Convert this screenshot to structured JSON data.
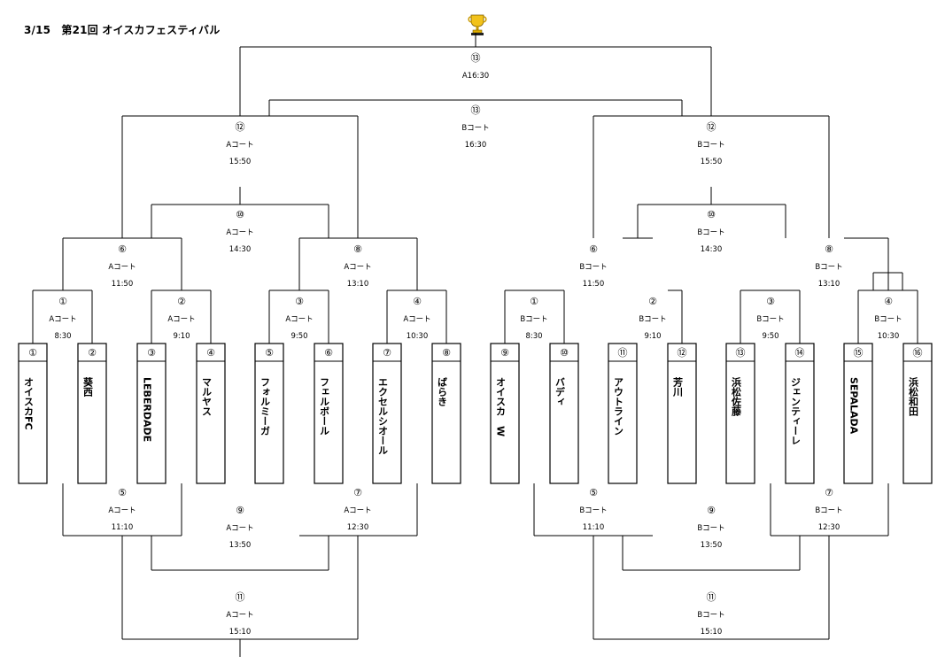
{
  "title": "3/15　第21回 オイスカフェスティバル",
  "teams": [
    {
      "num": "①",
      "name": "オイスカFC"
    },
    {
      "num": "②",
      "name": "葵西"
    },
    {
      "num": "③",
      "name": "LEBERDADE"
    },
    {
      "num": "④",
      "name": "マルヤス"
    },
    {
      "num": "⑤",
      "name": "フォルミーガ"
    },
    {
      "num": "⑥",
      "name": "フェルボール"
    },
    {
      "num": "⑦",
      "name": "エクセルシオール"
    },
    {
      "num": "⑧",
      "name": "ばらき"
    },
    {
      "num": "⑨",
      "name": "オイスカ　W"
    },
    {
      "num": "⑩",
      "name": "バディ"
    },
    {
      "num": "⑪",
      "name": "アウトライン"
    },
    {
      "num": "⑫",
      "name": "芳川"
    },
    {
      "num": "⑬",
      "name": "浜松佐藤"
    },
    {
      "num": "⑭",
      "name": "ジェンティーレ"
    },
    {
      "num": "⑮",
      "name": "SEPALADA"
    },
    {
      "num": "⑯",
      "name": "浜松和田"
    }
  ],
  "matches": [
    {
      "id": "m1a",
      "num": "①",
      "court": "Aコート",
      "time": "8:30"
    },
    {
      "id": "m2a",
      "num": "②",
      "court": "Aコート",
      "time": "9:10"
    },
    {
      "id": "m3a",
      "num": "③",
      "court": "Aコート",
      "time": "9:50"
    },
    {
      "id": "m4a",
      "num": "④",
      "court": "Aコート",
      "time": "10:30"
    },
    {
      "id": "m1b",
      "num": "①",
      "court": "Bコート",
      "time": "8:30"
    },
    {
      "id": "m2b",
      "num": "②",
      "court": "Bコート",
      "time": "9:10"
    },
    {
      "id": "m3b",
      "num": "③",
      "court": "Bコート",
      "time": "9:50"
    },
    {
      "id": "m4b",
      "num": "④",
      "court": "Bコート",
      "time": "10:30"
    },
    {
      "id": "m6a",
      "num": "⑥",
      "court": "Aコート",
      "time": "11:50"
    },
    {
      "id": "m8a",
      "num": "⑧",
      "court": "Aコート",
      "time": "13:10"
    },
    {
      "id": "m6b",
      "num": "⑥",
      "court": "Bコート",
      "time": "11:50"
    },
    {
      "id": "m8b",
      "num": "⑧",
      "court": "Bコート",
      "time": "13:10"
    },
    {
      "id": "m10a",
      "num": "⑩",
      "court": "Aコート",
      "time": "14:30"
    },
    {
      "id": "m10b",
      "num": "⑩",
      "court": "Bコート",
      "time": "14:30"
    },
    {
      "id": "m12a",
      "num": "⑫",
      "court": "Aコート",
      "time": "15:50"
    },
    {
      "id": "m12b",
      "num": "⑫",
      "court": "Bコート",
      "time": "15:50"
    },
    {
      "id": "m13final",
      "num": "⑬",
      "court": "",
      "time": "A16:30"
    },
    {
      "id": "m13third",
      "num": "⑬",
      "court": "Bコート",
      "time": "16:30"
    },
    {
      "id": "m5a",
      "num": "⑤",
      "court": "Aコート",
      "time": "11:10"
    },
    {
      "id": "m7a",
      "num": "⑦",
      "court": "Aコート",
      "time": "12:30"
    },
    {
      "id": "m5b",
      "num": "⑤",
      "court": "Bコート",
      "time": "11:10"
    },
    {
      "id": "m7b",
      "num": "⑦",
      "court": "Bコート",
      "time": "12:30"
    },
    {
      "id": "m9a",
      "num": "⑨",
      "court": "Aコート",
      "time": "13:50"
    },
    {
      "id": "m9b",
      "num": "⑨",
      "court": "Bコート",
      "time": "13:50"
    },
    {
      "id": "m11a",
      "num": "⑪",
      "court": "Aコート",
      "time": "15:10"
    },
    {
      "id": "m11b",
      "num": "⑪",
      "court": "Bコート",
      "time": "15:10"
    }
  ],
  "trophy_icon": "trophy-icon"
}
